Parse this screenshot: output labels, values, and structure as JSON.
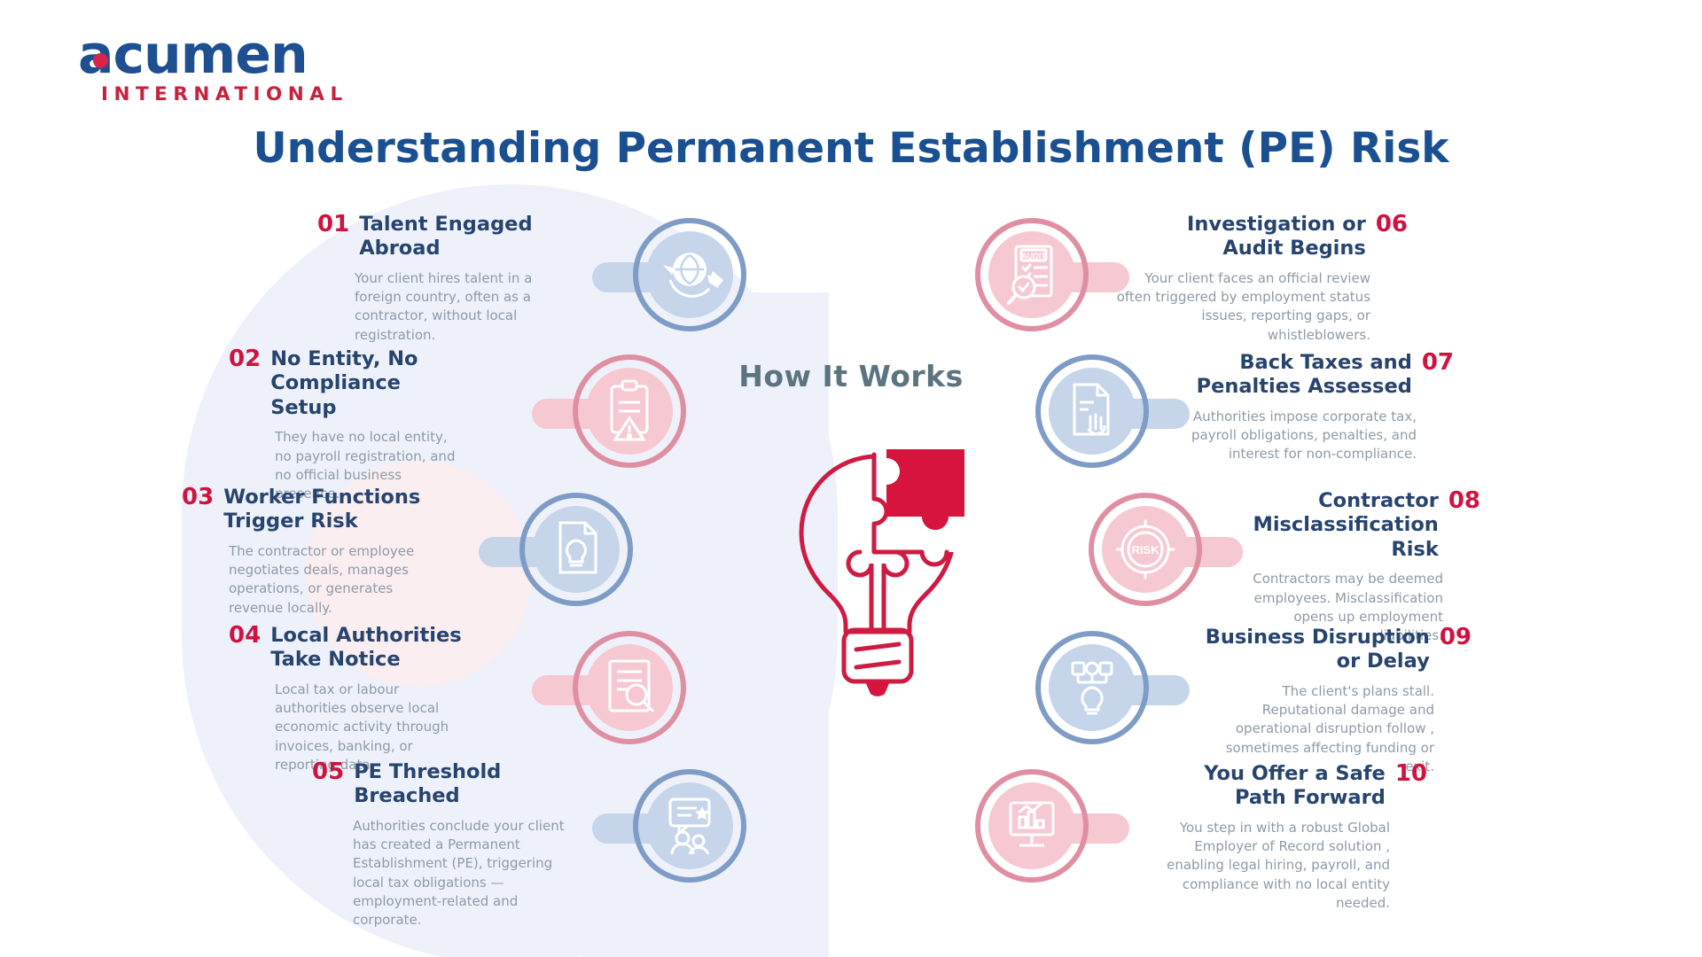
{
  "brand": {
    "logo_word": "acumen",
    "logo_sub": "INTERNATIONAL",
    "logo_blue": "#1d4f91",
    "logo_red": "#c8203f"
  },
  "header": {
    "title": "Understanding Permanent Establishment  (PE) Risk"
  },
  "center": {
    "label": "How It Works",
    "icon": "lightbulb-puzzle-icon",
    "accent": "#d0123f"
  },
  "colors": {
    "title_blue": "#1a5091",
    "number_red": "#d0123f",
    "heading_navy": "#27446f",
    "body_gray": "#8d9aa8",
    "badge_blue_ring": "#7e9cc6",
    "badge_blue_fill": "#c6d5e9",
    "badge_pink_ring": "#e08fa3",
    "badge_pink_fill": "#f6c8d2",
    "bg_lavender": "#eef1fa",
    "bg_pink": "#fbeef0"
  },
  "steps_left": [
    {
      "number": "01",
      "heading": "Talent Engaged Abroad",
      "body": "Your client hires talent in a foreign country, often as a contractor, without local registration.",
      "icon": "globe-plane-icon",
      "badge_color": "blue"
    },
    {
      "number": "02",
      "heading": "No Entity, No Compliance Setup",
      "body": "They have no local entity, no payroll registration, and no official business presence.",
      "icon": "clipboard-alert-icon",
      "badge_color": "pink"
    },
    {
      "number": "03",
      "heading": "Worker Functions Trigger Risk",
      "body": "The contractor or employee negotiates deals, manages operations, or generates revenue locally.",
      "icon": "lightbulb-document-icon",
      "badge_color": "blue"
    },
    {
      "number": "04",
      "heading": "Local Authorities Take Notice",
      "body": "Local tax or labour authorities observe local economic activity through invoices, banking, or reporting data.",
      "icon": "document-search-icon",
      "badge_color": "pink"
    },
    {
      "number": "05",
      "heading": "PE Threshold Breached",
      "body": "Authorities conclude your client has created a Permanent Establishment (PE), triggering local tax obligations — employment-related and corporate.",
      "icon": "people-review-icon",
      "badge_color": "blue"
    }
  ],
  "steps_right": [
    {
      "number": "06",
      "heading": "Investigation or Audit Begins",
      "body": "Your client faces an official review often triggered by employment status issues, reporting gaps, or whistleblowers.",
      "icon": "audit-magnifier-icon",
      "icon_text": "AUDIT",
      "badge_color": "pink"
    },
    {
      "number": "07",
      "heading": "Back Taxes and Penalties Assessed",
      "body": "Authorities impose corporate tax, payroll obligations, penalties, and interest for non-compliance.",
      "icon": "tax-document-hand-icon",
      "badge_color": "blue"
    },
    {
      "number": "08",
      "heading": "Contractor Misclassification Risk",
      "body": "Contractors may be deemed employees. Misclassification opens up employment liabilities.",
      "icon": "risk-gauge-icon",
      "icon_text": "RISK",
      "badge_color": "pink"
    },
    {
      "number": "09",
      "heading": "Business Disruption or Delay",
      "body": "The client's plans stall. Reputational damage and operational disruption follow , sometimes affecting funding or exit.",
      "icon": "org-chart-bulb-icon",
      "badge_color": "blue"
    },
    {
      "number": "10",
      "heading": "You Offer a Safe Path Forward",
      "body": "You step in with a robust Global Employer of Record solution , enabling legal hiring, payroll, and compliance with no local entity needed.",
      "icon": "monitor-growth-icon",
      "badge_color": "pink"
    }
  ]
}
